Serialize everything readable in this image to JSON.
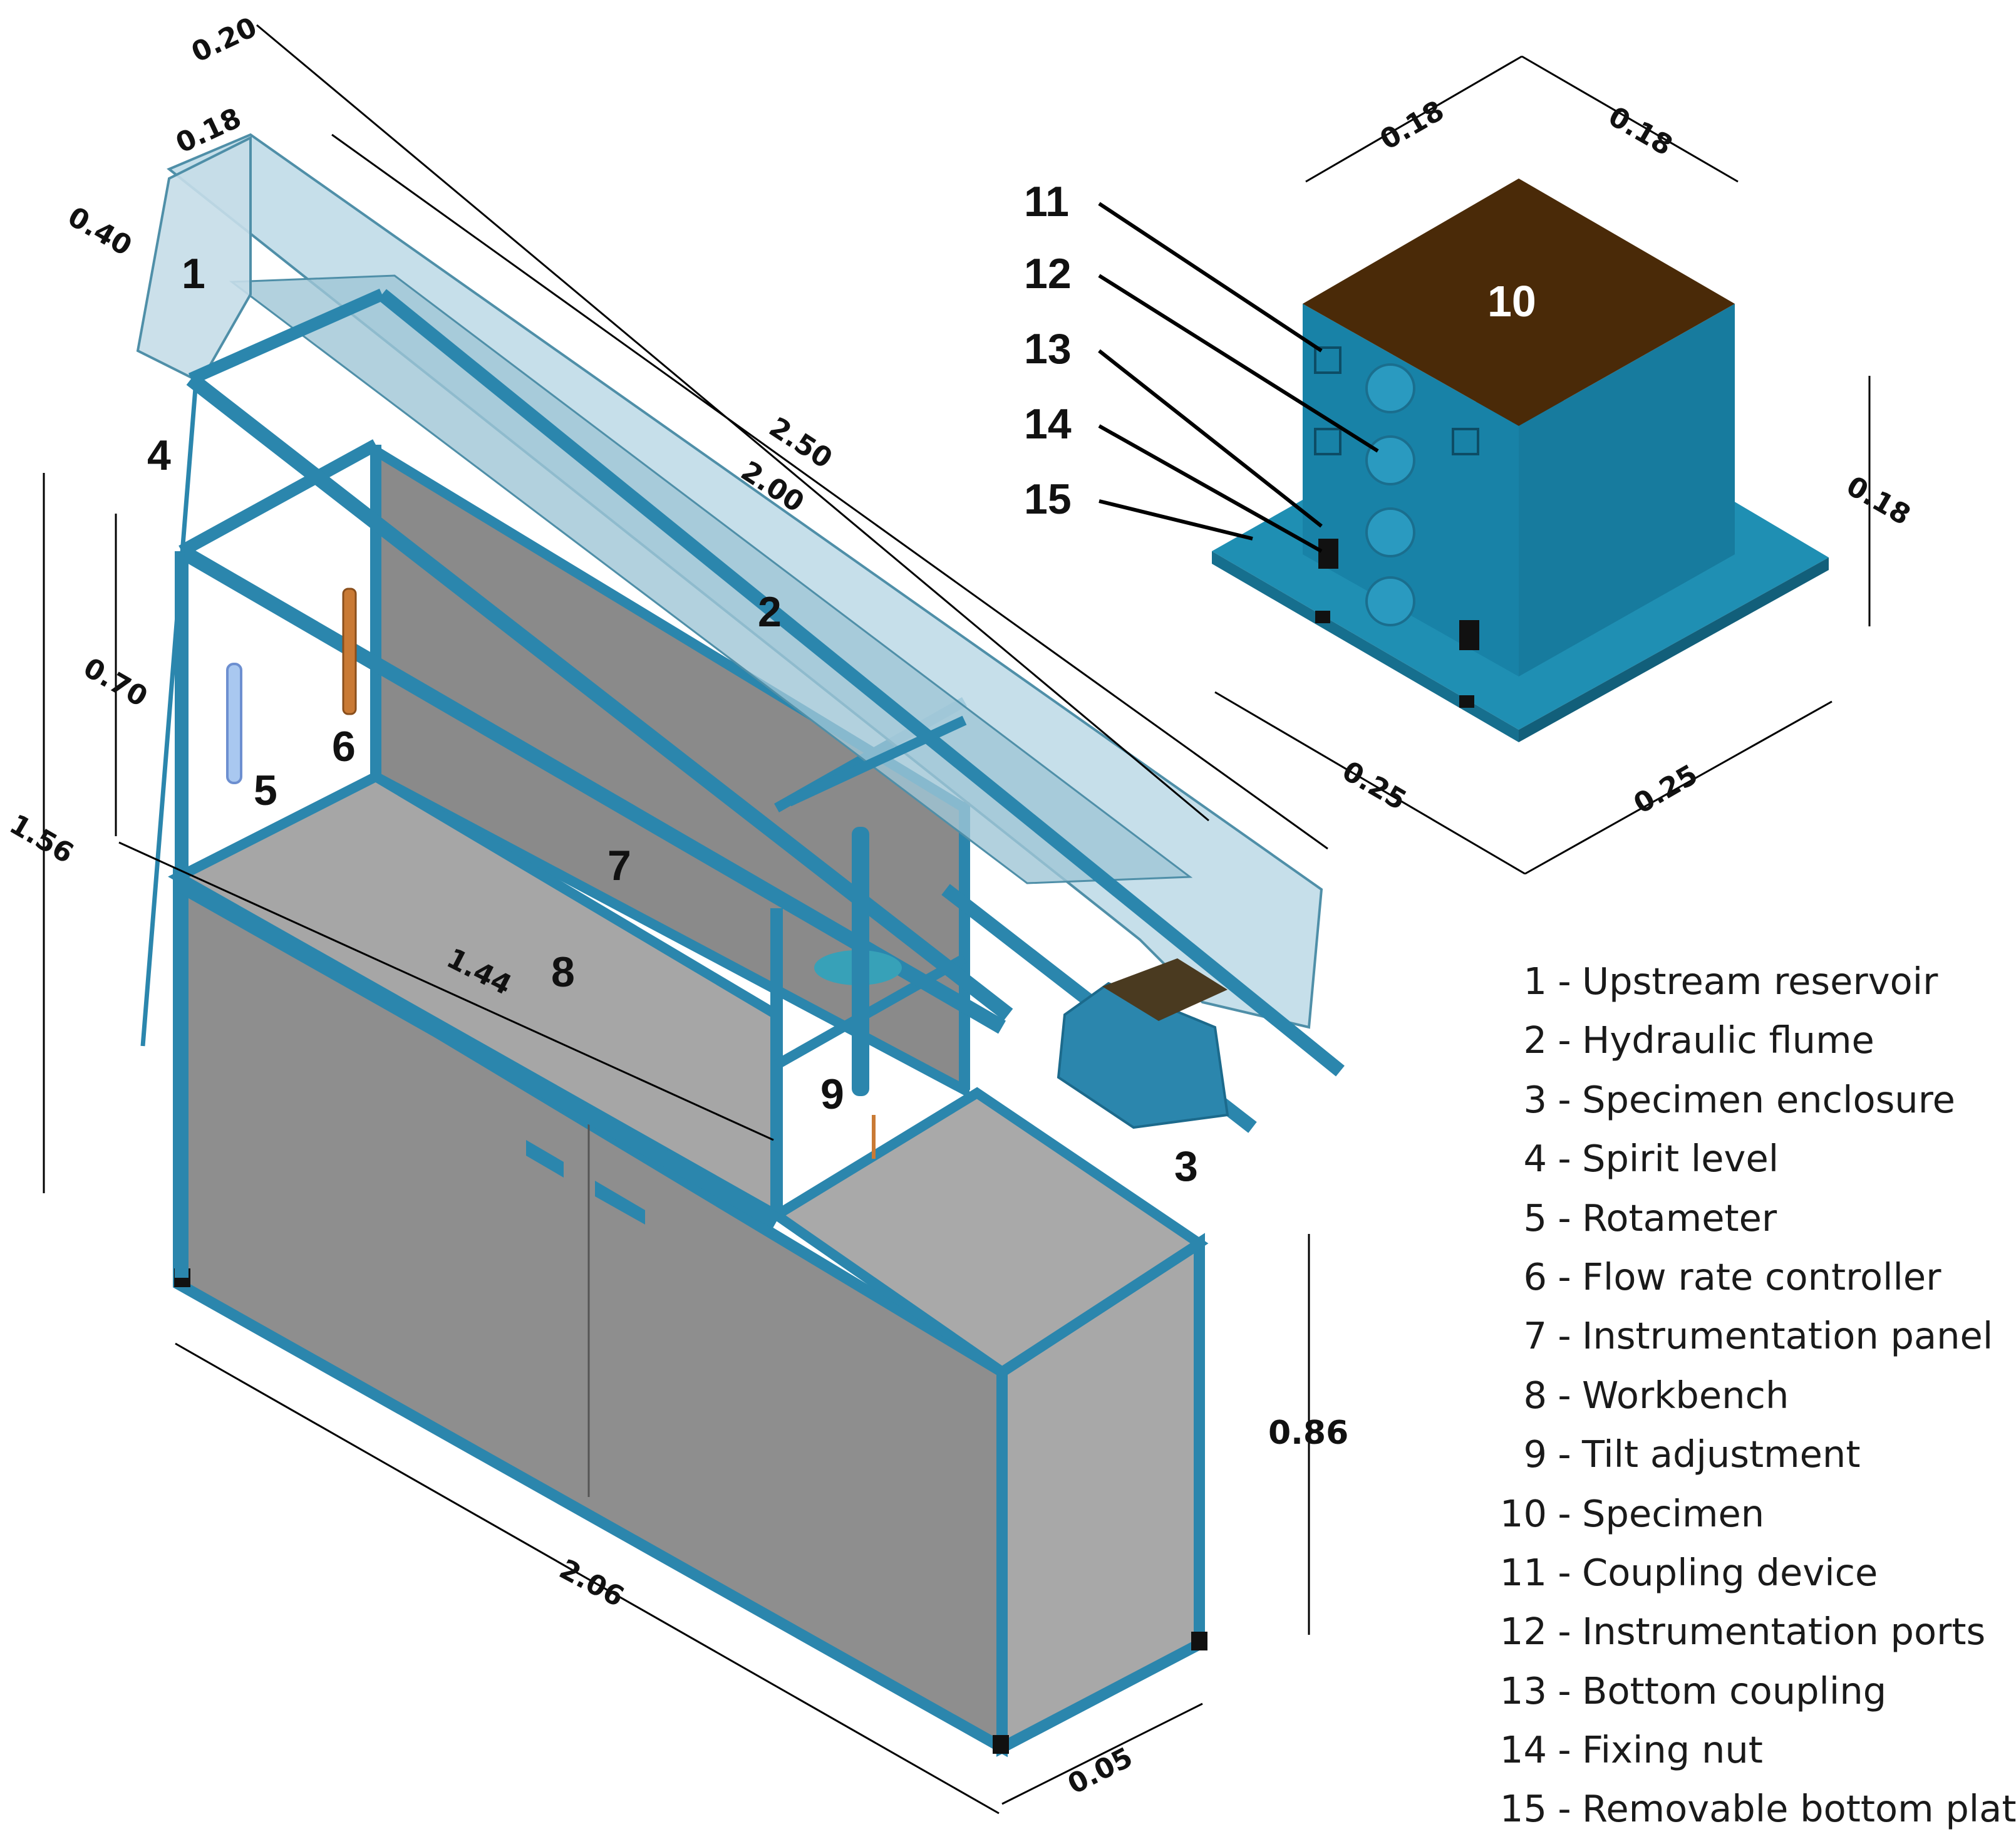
{
  "callouts": {
    "c1": "1",
    "c2": "2",
    "c3": "3",
    "c4": "4",
    "c5": "5",
    "c6": "6",
    "c7": "7",
    "c8": "8",
    "c9": "9",
    "c10": "10",
    "c11": "11",
    "c12": "12",
    "c13": "13",
    "c14": "14",
    "c15": "15"
  },
  "dimensions": {
    "reservoir_width_outer": "0.20",
    "reservoir_width_inner": "0.18",
    "reservoir_height": "0.40",
    "flume_length_total": "2.50",
    "flume_length_channel": "2.00",
    "frame_height_upper": "0.70",
    "total_height": "1.56",
    "workbench_length": "1.44",
    "cabinet_length": "2.06",
    "cabinet_height": "0.86",
    "cabinet_depth": "0.05",
    "specimen_width_left": "0.18",
    "specimen_width_right": "0.18",
    "specimen_height": "0.18",
    "plate_width_left": "0.25",
    "plate_width_right": "0.25"
  },
  "legend": [
    {
      "num": "1",
      "label": "Upstream reservoir"
    },
    {
      "num": "2",
      "label": "Hydraulic flume"
    },
    {
      "num": "3",
      "label": "Specimen enclosure"
    },
    {
      "num": "4",
      "label": "Spirit level"
    },
    {
      "num": "5",
      "label": "Rotameter"
    },
    {
      "num": "6",
      "label": "Flow rate controller"
    },
    {
      "num": "7",
      "label": "Instrumentation panel"
    },
    {
      "num": "8",
      "label": "Workbench"
    },
    {
      "num": "9",
      "label": "Tilt adjustment"
    },
    {
      "num": "10",
      "label": "Specimen"
    },
    {
      "num": "11",
      "label": "Coupling device"
    },
    {
      "num": "12",
      "label": "Instrumentation ports"
    },
    {
      "num": "13",
      "label": "Bottom coupling"
    },
    {
      "num": "14",
      "label": "Fixing nut"
    },
    {
      "num": "15",
      "label": "Removable bottom plate"
    }
  ],
  "colors": {
    "frame_blue": "#2b86ad",
    "frame_dark": "#1c6a8c",
    "panel_gray": "#a7a7a7",
    "panel_dark": "#8e8e8e",
    "glass": "#bcd9e6",
    "specimen_brown": "#4a2a08",
    "accent_orange": "#c97a35"
  }
}
